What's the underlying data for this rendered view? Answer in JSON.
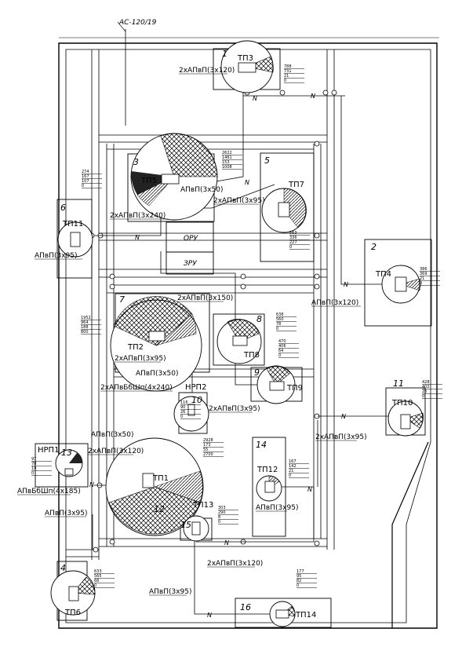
{
  "top_line_label": "АС-120/19",
  "neutral_mark": "N",
  "substations": [
    {
      "key": "tp3",
      "zone": "1",
      "name": "ТП3",
      "cable": "2хАПвП(3х120)",
      "loads": [
        "788",
        "731",
        "21",
        "0"
      ]
    },
    {
      "key": "tp4",
      "zone": "2",
      "name": "ТП4",
      "cable": "АПвП(3х120)",
      "loads": [
        "386",
        "369",
        "21",
        "0"
      ]
    },
    {
      "key": "tp5",
      "zone": "3",
      "name": "ТП5",
      "cable": "2хАПвП(3х240)",
      "loads": [
        "2622",
        "1461",
        "153",
        "1008"
      ]
    },
    {
      "key": "tp7",
      "zone": "5",
      "name": "ТП7",
      "cable": "2хАПвП(3х95)",
      "loads": [
        "563",
        "336",
        "227",
        "0"
      ]
    },
    {
      "key": "tp11",
      "zone": "6",
      "name": "ТП11",
      "cable": "АПвП(3х95)",
      "loads": [
        "274",
        "167",
        "107",
        "0"
      ]
    },
    {
      "key": "tp2",
      "zone": "7",
      "name": "ТП2",
      "cable": "2хАПвП(3х95)",
      "loads": [
        "1952",
        "964",
        "188",
        "800"
      ]
    },
    {
      "key": "tp8",
      "zone": "8",
      "name": "ТП8",
      "cable": "2хАПвП(3х150)",
      "loads": [
        "638",
        "560",
        "78",
        "0"
      ]
    },
    {
      "key": "tp9",
      "zone": "9",
      "name": "ТП9",
      "cable": "2хАПвП(3х95)",
      "loads": [
        "470",
        "406",
        "64",
        "0"
      ]
    },
    {
      "key": "tp10",
      "zone": "11",
      "name": "ТП10",
      "cable": "2хАПвП(3х95)",
      "loads": [
        "428",
        "402",
        "26",
        "0"
      ]
    },
    {
      "key": "tp1",
      "zone": "12",
      "name": "ТП1",
      "cable": "2хАПвП(3х120)",
      "loads": [
        "2928",
        "173",
        "55",
        "2700"
      ]
    },
    {
      "key": "tp12",
      "zone": "14",
      "name": "ТП12",
      "cable": "АПвП(3х95)",
      "loads": [
        "167",
        "142",
        "21",
        "0"
      ]
    },
    {
      "key": "tp13",
      "zone": "15",
      "name": "ТП13",
      "cable": "2хАПвП(3х120)",
      "loads": [
        "303",
        "290",
        "8",
        "0"
      ]
    },
    {
      "key": "tp6",
      "zone": "4",
      "name": "ТП6",
      "cable": "АПвП(3х95)",
      "loads": [
        "633",
        "565",
        "68",
        "0"
      ]
    },
    {
      "key": "tp14",
      "zone": "16",
      "name": "ТП14",
      "cable": "АПвП(3х95)",
      "loads": [
        "177",
        "95",
        "82",
        "0"
      ]
    }
  ],
  "extra_sources": [
    {
      "key": "nrp2",
      "zone": "10",
      "name": "НРП2",
      "cable": "2хАПвБбШп(4х240)",
      "loads": [
        "116",
        "90",
        "26",
        "0"
      ]
    },
    {
      "key": "nrp1",
      "zone": "13",
      "name": "НРП1",
      "cable": "АПвБбШп(4х185)",
      "loads": [
        "97",
        "78",
        "19",
        "0"
      ]
    }
  ],
  "misc_cables": {
    "tp5_feed": "АПвП(3х50)",
    "tp2_feed": "АПвП(3х50)",
    "tp1_feed": "АПвП(3х50)"
  },
  "buildings": {
    "oru": "ОРУ",
    "zru": "ЗРУ"
  }
}
